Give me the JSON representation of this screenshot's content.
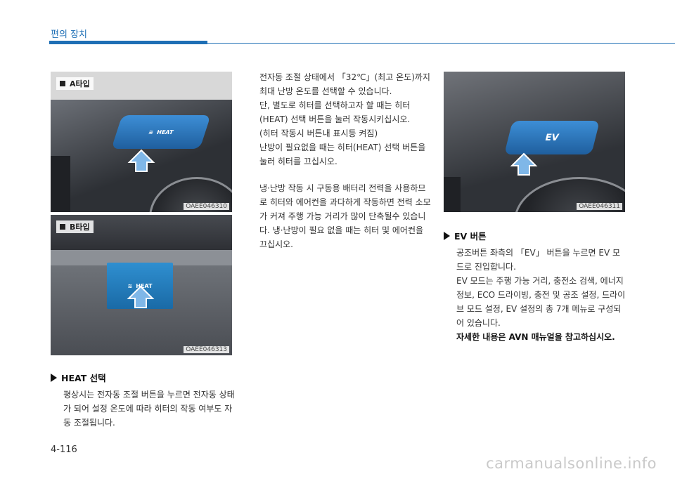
{
  "header": {
    "section_title": "편의 장치"
  },
  "figures": {
    "a": {
      "label": "A타입",
      "code": "OAEE046310",
      "button_text": "HEAT"
    },
    "b": {
      "label": "B타입",
      "code": "OAEE046313",
      "button_text": "HEAT"
    },
    "ev": {
      "code": "OAEE046311",
      "button_text": "EV"
    }
  },
  "heat_section": {
    "heading": "HEAT 선택",
    "body": "평상시는 전자동 조절 버튼을 누르면 전자동 상태가 되어 설정 온도에 따라 히터의 작동 여부도 자동 조절됩니다."
  },
  "middle": {
    "p1": "전자동 조절 상태에서 「32℃」(최고 온도)까지 최대 난방 온도를 선택할 수 있습니다.",
    "p2": "단, 별도로 히터를 선택하고자 할 때는 히터(HEAT) 선택 버튼을 눌러 작동시키십시오.",
    "p3": "(히터 작동시 버튼내 표시등 켜짐)",
    "p4": "난방이 필요없을 때는 히터(HEAT) 선택 버튼을 눌러 히터를 끄십시오.",
    "p5": "냉·난방 작동 시 구동용 배터리 전력을 사용하므로 히터와 에어컨을 과다하게 작동하면 전력 소모가 커져 주행 가능 거리가 많이 단축될수 있습니다. 냉·난방이 필요 없을 때는 히터 및 에어컨을 끄십시오."
  },
  "ev_section": {
    "heading": "EV 버튼",
    "p1": "공조버튼 좌측의 「EV」 버튼을 누르면 EV 모드로 진입합니다.",
    "p2": "EV 모드는 주행 가능 거리, 충전소 검색, 에너지정보, ECO 드라이빙, 충전 및 공조 설정, 드라이브 모드 설정, EV 설정의 총 7개 메뉴로 구성되어 있습니다.",
    "p3": "자세한 내용은 AVN 매뉴얼을 참고하십시오."
  },
  "footer": {
    "page_number": "4-116",
    "watermark": "carmanualsonline.info"
  }
}
